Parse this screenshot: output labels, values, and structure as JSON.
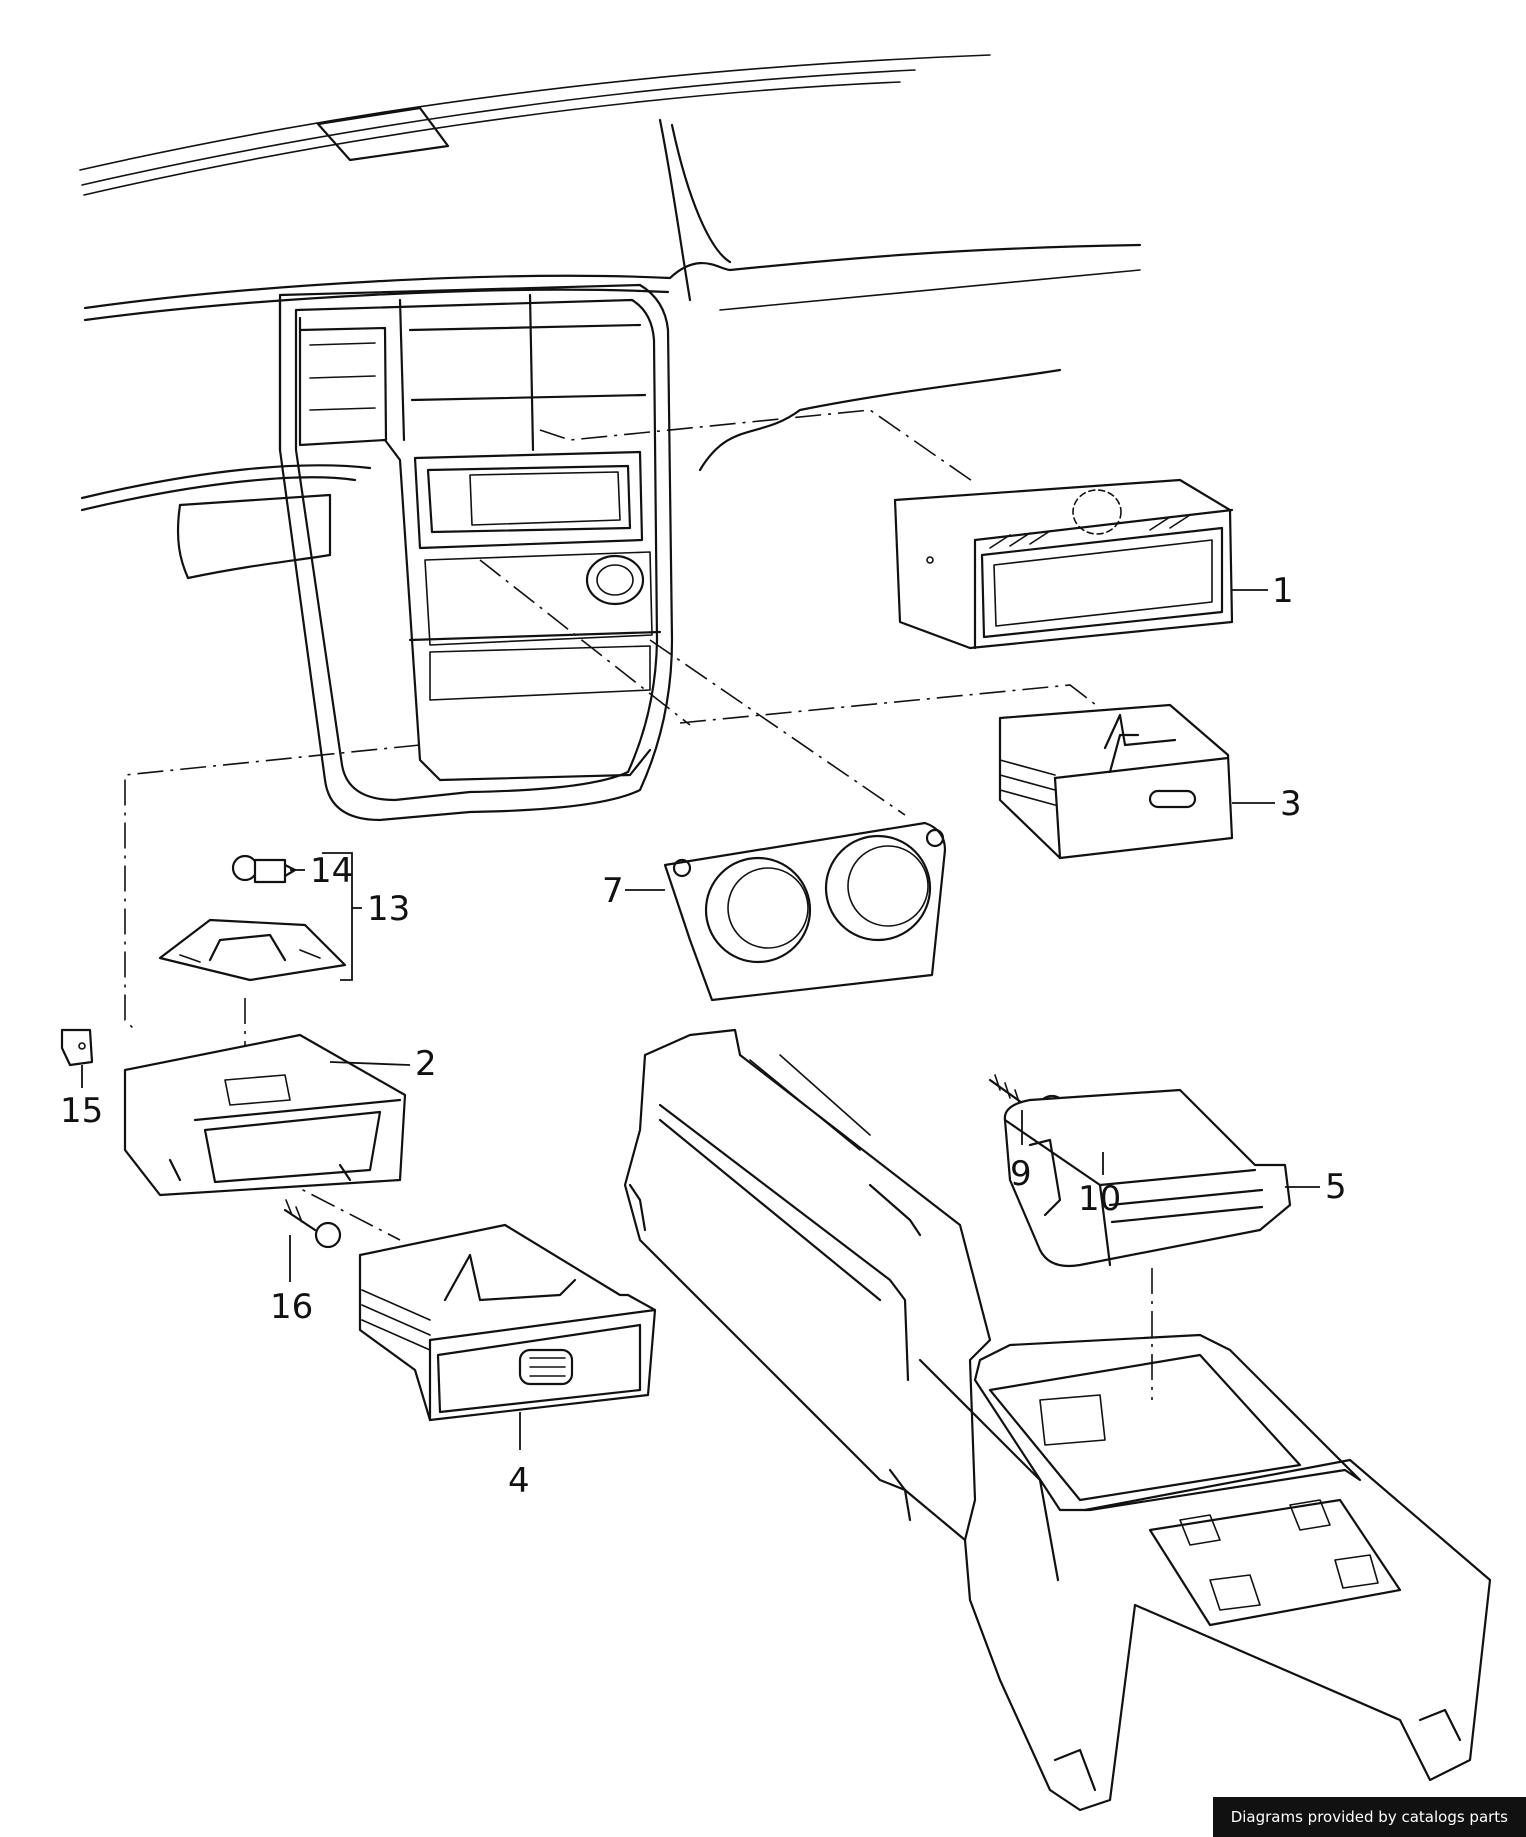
{
  "callouts": {
    "c1": "1",
    "c2": "2",
    "c3": "3",
    "c4": "4",
    "c5": "5",
    "c7": "7",
    "c9": "9",
    "c10": "10",
    "c13": "13",
    "c14": "14",
    "c15": "15",
    "c16": "16"
  },
  "credit": "Diagrams provided by catalogs parts"
}
